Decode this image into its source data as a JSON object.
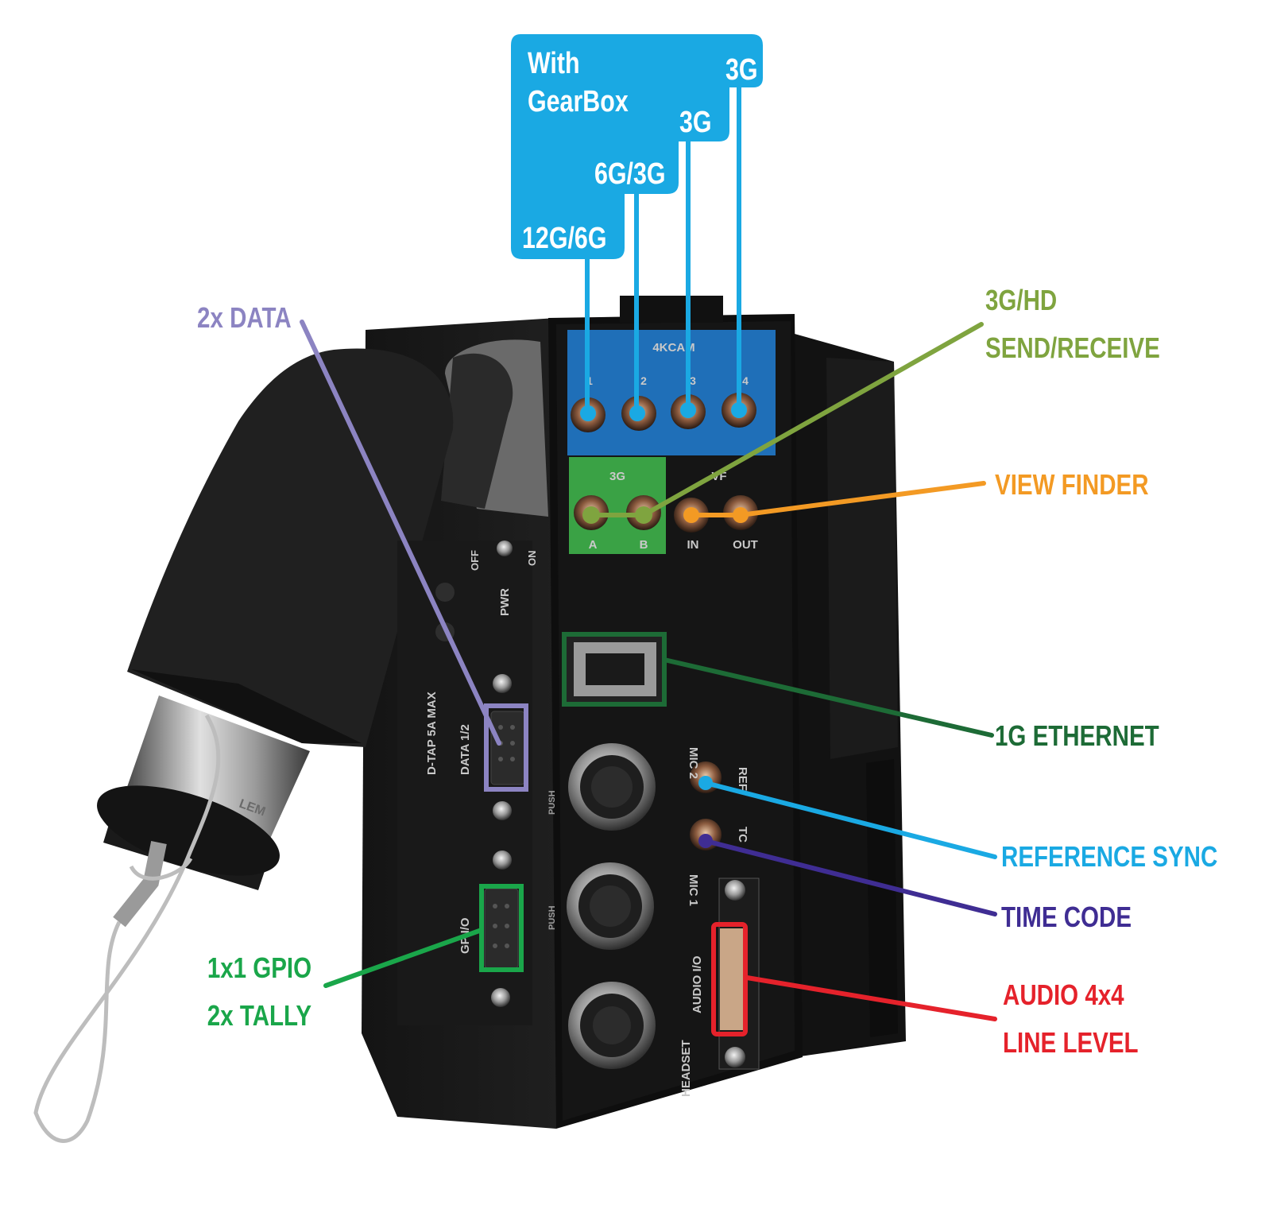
{
  "gearbox_box": {
    "title_line1": "With",
    "title_line2": "GearBox",
    "port_labels": [
      "12G/6G",
      "6G/3G",
      "3G",
      "3G"
    ],
    "color": "#1aa9e3"
  },
  "callouts": {
    "data": {
      "text": "2x DATA",
      "color": "#8c84c2"
    },
    "sdi_send_receive": {
      "line1": "3G/HD",
      "line2": "SEND/RECEIVE",
      "color": "#7fa43f"
    },
    "view_finder": {
      "text": "VIEW FINDER",
      "color": "#f39a24"
    },
    "ethernet": {
      "text": "1G ETHERNET",
      "color": "#1d6b36"
    },
    "reference_sync": {
      "text": "REFERENCE SYNC",
      "color": "#1aa9e3"
    },
    "time_code": {
      "text": "TIME CODE",
      "color": "#3f2d93"
    },
    "audio": {
      "line1": "AUDIO 4x4",
      "line2": "LINE LEVEL",
      "color": "#e5222b"
    },
    "gpio": {
      "line1": "1x1 GPIO",
      "line2": "2x TALLY",
      "color": "#1aa64a"
    }
  },
  "panel": {
    "top_block_title": "4KCAM",
    "top_ports": [
      "1",
      "2",
      "3",
      "4"
    ],
    "sdi_title": "3G",
    "sdi_ports": [
      "A",
      "B"
    ],
    "vf_title": "VF",
    "vf_ports": [
      "IN",
      "OUT"
    ],
    "mic2": "MIC 2",
    "ref": "REF",
    "tc": "TC",
    "mic1": "MIC 1",
    "audio_io": "AUDIO I/O",
    "headset": "HEADSET",
    "data12": "DATA 1/2",
    "dtap": "D-TAP 5A MAX",
    "gpio_label": "GP I/O",
    "pwr": "PWR",
    "off": "OFF",
    "on": "ON",
    "push": "PUSH",
    "lemo": "LEM"
  }
}
